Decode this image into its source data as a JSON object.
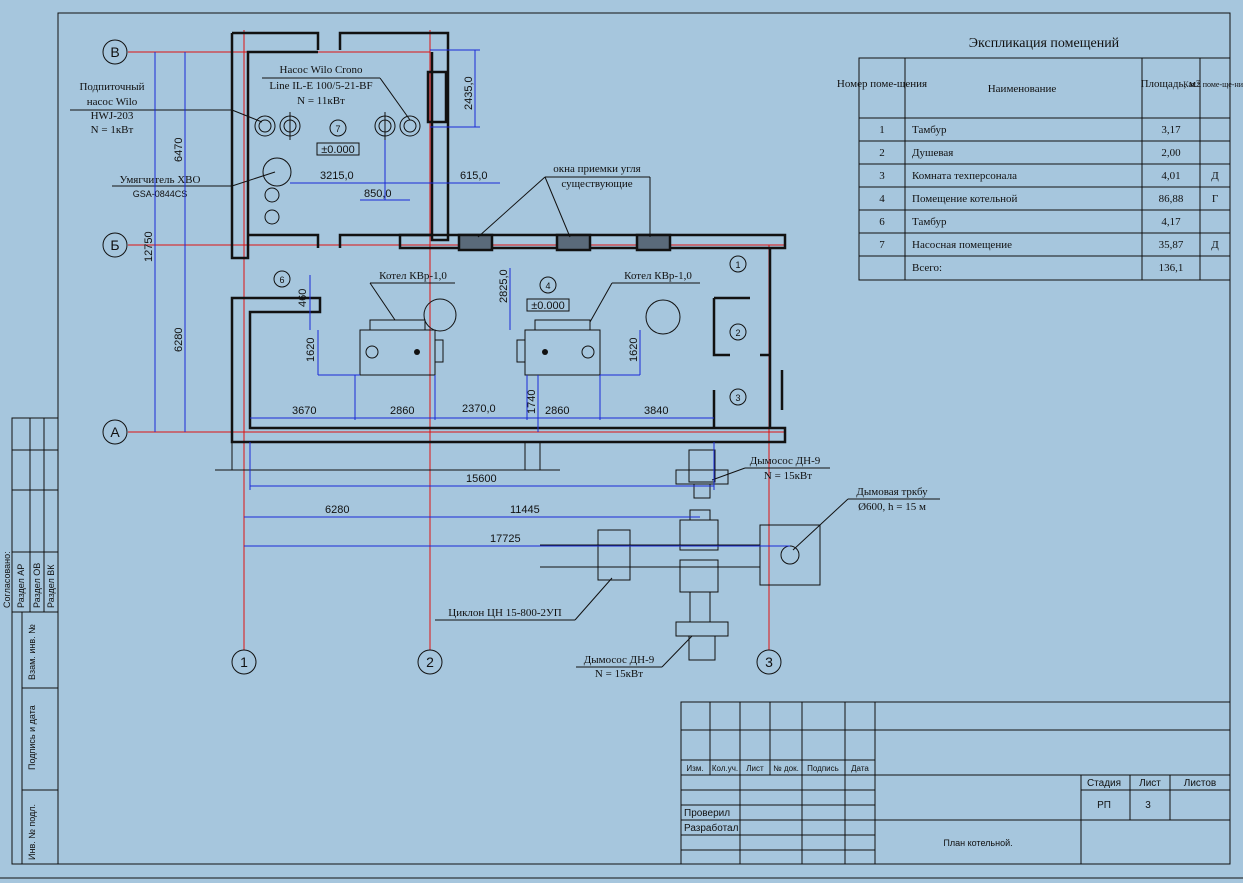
{
  "explication": {
    "title": "Экспликация помещений",
    "headers": {
      "num": "Номер поме-щения",
      "name": "Наименование",
      "area": "Площадь, м2",
      "cat": "Кат.* поме-ще-ния"
    },
    "rows": [
      {
        "num": "1",
        "name": "Тамбур",
        "area": "3,17",
        "cat": ""
      },
      {
        "num": "2",
        "name": "Душевая",
        "area": "2,00",
        "cat": ""
      },
      {
        "num": "3",
        "name": "Комната техперсонала",
        "area": "4,01",
        "cat": "Д"
      },
      {
        "num": "4",
        "name": "Помещение котельной",
        "area": "86,88",
        "cat": "Г"
      },
      {
        "num": "6",
        "name": "Тамбур",
        "area": "4,17",
        "cat": ""
      },
      {
        "num": "7",
        "name": "Насосная помещение",
        "area": "35,87",
        "cat": "Д"
      },
      {
        "num": "",
        "name": "Всего:",
        "area": "136,1",
        "cat": ""
      }
    ]
  },
  "labels": {
    "pump_feed": [
      "Подпиточный",
      "насос Wilo",
      "HWJ-203",
      "N = 1кВт"
    ],
    "pump_main": [
      "Насос Wilo Crono",
      "Line IL-E 100/5-21-BF",
      "N = 11кВт"
    ],
    "softener": [
      "Умягчитель ХВО",
      "GSA-0844CS"
    ],
    "windows": [
      "окна приемки угля",
      "существующие"
    ],
    "boiler1": "Котел КВр-1,0",
    "boiler2": "Котел КВр-1,0",
    "smoke1": [
      "Дымосос ДН-9",
      "N = 15кВт"
    ],
    "chimney": [
      "Дымовая тркбу",
      "Ø600, h = 15 м"
    ],
    "cyclone": "Циклон ЦН 15-800-2УП",
    "smoke2": [
      "Дымосос ДН-9",
      "N = 15кВт"
    ],
    "level1": "±0.000",
    "level2": "±0.000"
  },
  "rooms": [
    "7",
    "6",
    "4",
    "1",
    "2",
    "3"
  ],
  "axes": {
    "rows": [
      "В",
      "Б",
      "А"
    ],
    "cols": [
      "1",
      "2",
      "3"
    ]
  },
  "dims": {
    "d2435": "2435,0",
    "d615": "615,0",
    "d3215": "3215,0",
    "d850": "850,0",
    "d6470": "6470",
    "d12750": "12750",
    "d6280v": "6280",
    "d460": "460",
    "d1620a": "1620",
    "d2825": "2825,0",
    "d1620b": "1620",
    "d1740": "1740",
    "d3670": "3670",
    "d2860a": "2860",
    "d2370": "2370,0",
    "d2860b": "2860",
    "d3840": "3840",
    "d15600": "15600",
    "d6280": "6280",
    "d11445": "11445",
    "d17725": "17725"
  },
  "side_stamp": {
    "agreed": "Согласовано:",
    "cols": [
      "Раздел АР",
      "Раздел ОВ",
      "Раздел ВК"
    ],
    "inv_replace": "Взам. инв. №",
    "sign_date": "Подпись и дата",
    "inv_orig": "Инв. № подл."
  },
  "title_block": {
    "headers": [
      "Изм.",
      "Кол.уч.",
      "Лист",
      "№ док.",
      "Подпись",
      "Дата"
    ],
    "checked": "Проверил",
    "developed": "Разработал",
    "stage_label": "Стадия",
    "sheet_label": "Лист",
    "sheets_label": "Листов",
    "stage": "РП",
    "sheet": "3",
    "drawing_title": "План котельной."
  },
  "colors": {
    "background": "#a6c6dd",
    "dimension": "#1a2bd6",
    "axis_line": "#d11111"
  }
}
